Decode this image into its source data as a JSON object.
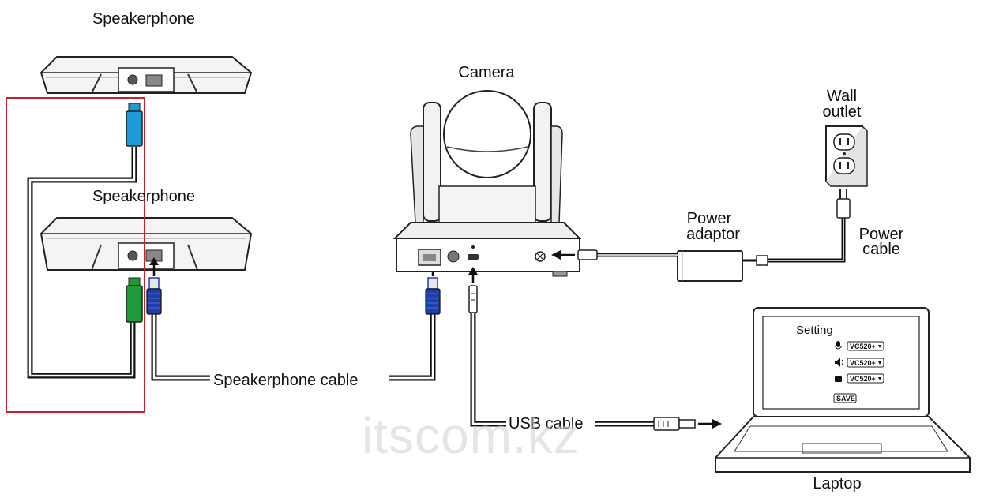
{
  "labels": {
    "speakerphone_top": "Speakerphone",
    "speakerphone_bottom": "Speakerphone",
    "camera": "Camera",
    "wall_outlet_line1": "Wall",
    "wall_outlet_line2": "outlet",
    "power_adaptor_line1": "Power",
    "power_adaptor_line2": "adaptor",
    "power_cable_line1": "Power",
    "power_cable_line2": "cable",
    "speakerphone_cable": "Speakerphone cable",
    "usb_cable": "USB cable",
    "laptop": "Laptop"
  },
  "laptop_screen": {
    "title": "Setting",
    "rows": [
      {
        "icon": "microphone-icon",
        "value": "VC520+"
      },
      {
        "icon": "speaker-icon",
        "value": "VC520+"
      },
      {
        "icon": "camera-icon",
        "value": "VC520+"
      }
    ],
    "save_label": "SAVE"
  },
  "watermark": "itscom.kz",
  "colors": {
    "highlight_frame": "#c8232c",
    "connector_blue_light": "#1e9ad6",
    "connector_green": "#1f9a3a",
    "connector_blue_dark": "#1f3ea8",
    "cable": "#111111"
  }
}
